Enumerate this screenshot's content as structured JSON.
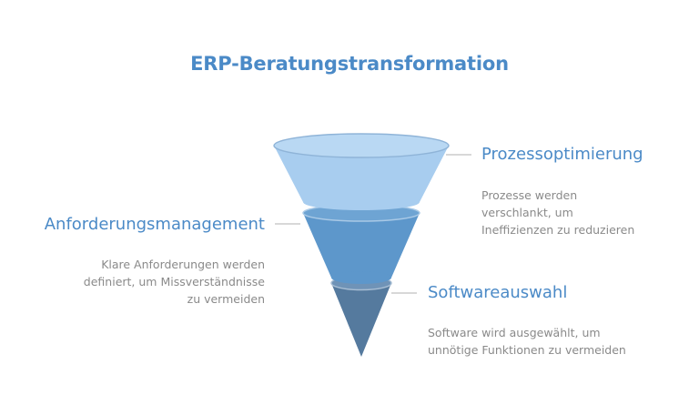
{
  "title": "ERP-Beratungstransformation",
  "stages": [
    {
      "heading": "Prozessoptimierung",
      "description_lines": [
        "Prozesse werden",
        "verschlankt, um",
        "Ineffizienzen zu reduzieren"
      ],
      "color": "#a8cdef"
    },
    {
      "heading": "Anforderungsmanagement",
      "description_lines": [
        "Klare Anforderungen werden",
        "definiert, um Missverständnisse",
        "zu vermeiden"
      ],
      "color": "#5d97cb"
    },
    {
      "heading": "Softwareauswahl",
      "description_lines": [
        "Software wird ausgewählt, um",
        "unnötige Funktionen zu vermeiden"
      ],
      "color": "#557a9e"
    }
  ],
  "colors": {
    "title": "#4b8ac7",
    "heading": "#4b8ac7",
    "description": "#8a8a8a",
    "connector": "#cccccc"
  }
}
